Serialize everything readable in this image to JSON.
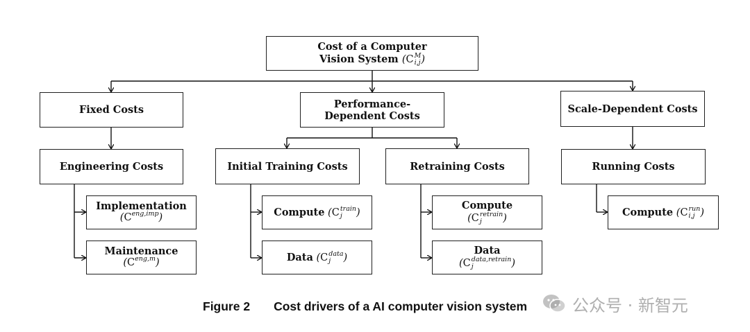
{
  "diagram": {
    "root": {
      "line1": "Cost of a Computer",
      "line2": "Vision System"
    },
    "fixed": "Fixed Costs",
    "performance": {
      "line1": "Performance-",
      "line2": "Dependent Costs"
    },
    "scale": "Scale-Dependent Costs",
    "engineering": "Engineering Costs",
    "initial_training": "Initial Training Costs",
    "retraining": "Retraining Costs",
    "running": "Running Costs",
    "implementation": {
      "label": "Implementation",
      "sup": "eng,imp"
    },
    "maintenance": {
      "label": "Maintenance",
      "sup": "eng,m"
    },
    "compute_train": {
      "label": "Compute",
      "sup": "train",
      "sub": "j"
    },
    "data_train": {
      "label": "Data",
      "sup": "data",
      "sub": "j"
    },
    "compute_retrain": {
      "label": "Compute",
      "sup": "retrain",
      "sub": "j"
    },
    "data_retrain": {
      "label": "Data",
      "sup": "data,retrain",
      "sub": "j"
    },
    "compute_run": {
      "label": "Compute",
      "sup": "run",
      "sub": "i,j"
    },
    "root_math": {
      "sup": "M",
      "sub": "i,j"
    }
  },
  "caption": {
    "number": "Figure 2",
    "text": "Cost drivers of a AI computer vision system"
  },
  "watermark": {
    "text": "公众号 · 新智元",
    "icon": "wechat-icon"
  }
}
